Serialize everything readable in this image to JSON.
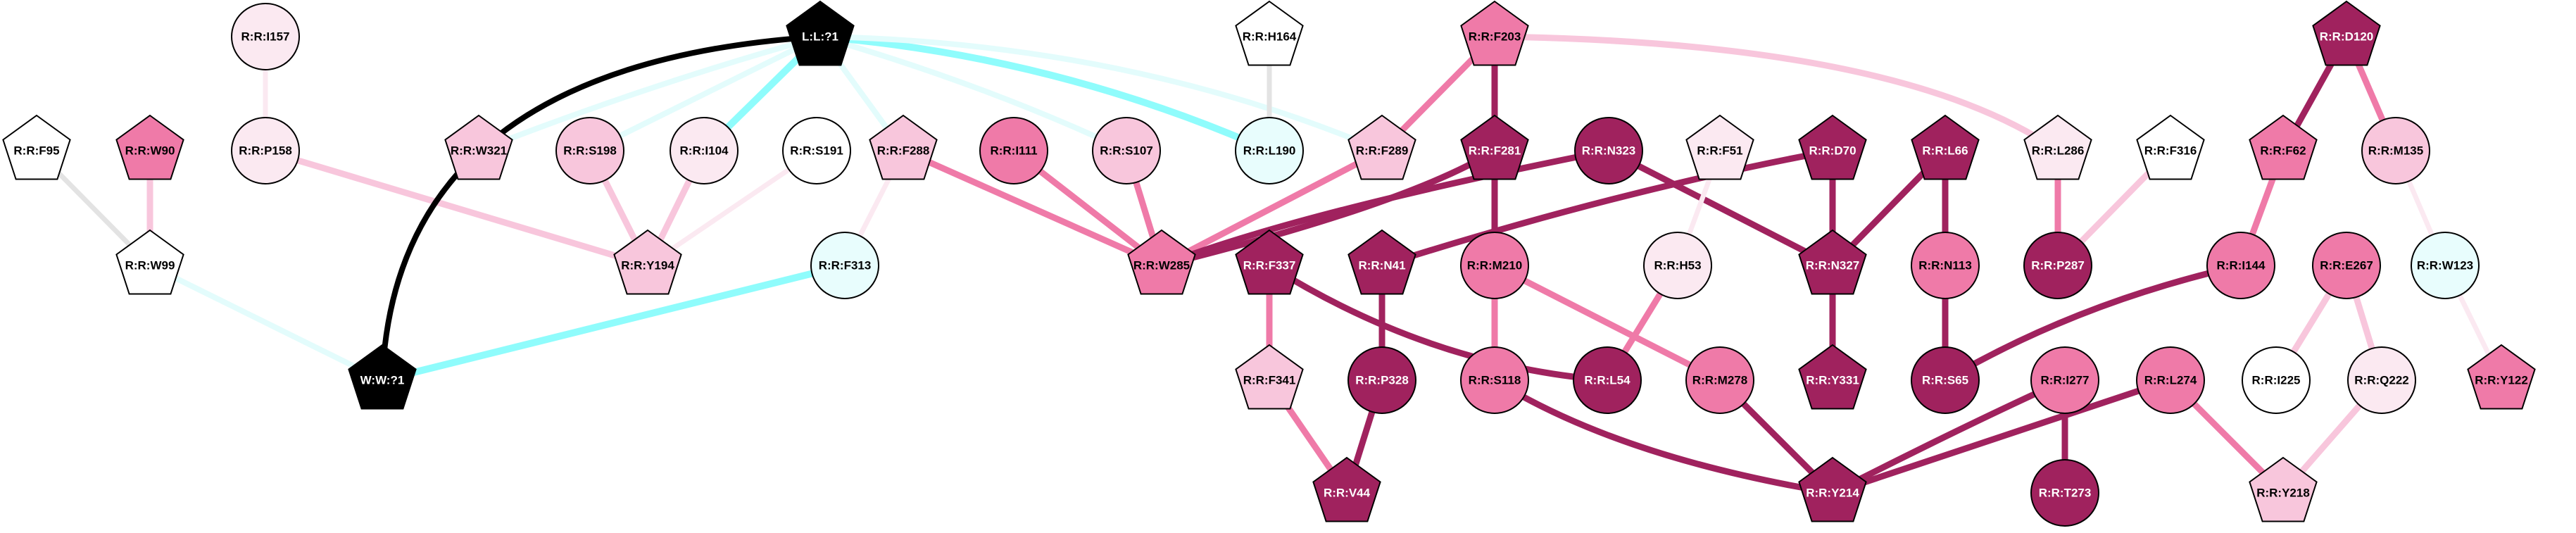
{
  "title": "Residue interaction network",
  "colors": {
    "white": "#ffffff",
    "very_light_pink": "#fbe9f1",
    "light_pink": "#f8c6dc",
    "mid_pink": "#ef7aa8",
    "dark_magenta": "#a0225e",
    "black": "#000000",
    "light_cyan": "#e8fdfd",
    "edge_cyan": "#8ffcfc",
    "edge_cyan_light": "#e3fcfc",
    "edge_gray": "#e3e3e3"
  },
  "nodes": [
    {
      "id": "R:R:F95",
      "shape": "pentagon",
      "fill": "white"
    },
    {
      "id": "R:R:W90",
      "shape": "pentagon",
      "fill": "mid_pink"
    },
    {
      "id": "R:R:I157",
      "shape": "ellipse",
      "fill": "very_light_pink"
    },
    {
      "id": "R:R:P158",
      "shape": "ellipse",
      "fill": "very_light_pink"
    },
    {
      "id": "R:R:W99",
      "shape": "pentagon",
      "fill": "white"
    },
    {
      "id": "L:L:?1",
      "shape": "pentagon",
      "fill": "black"
    },
    {
      "id": "W:W:?1",
      "shape": "pentagon",
      "fill": "black"
    },
    {
      "id": "R:R:W321",
      "shape": "pentagon",
      "fill": "light_pink"
    },
    {
      "id": "R:R:S198",
      "shape": "ellipse",
      "fill": "light_pink"
    },
    {
      "id": "R:R:I104",
      "shape": "ellipse",
      "fill": "very_light_pink"
    },
    {
      "id": "R:R:S191",
      "shape": "ellipse",
      "fill": "white"
    },
    {
      "id": "R:R:Y194",
      "shape": "pentagon",
      "fill": "light_pink"
    },
    {
      "id": "R:R:F313",
      "shape": "ellipse",
      "fill": "light_cyan"
    },
    {
      "id": "R:R:F288",
      "shape": "pentagon",
      "fill": "light_pink"
    },
    {
      "id": "R:R:I111",
      "shape": "ellipse",
      "fill": "mid_pink"
    },
    {
      "id": "R:R:S107",
      "shape": "ellipse",
      "fill": "light_pink"
    },
    {
      "id": "R:R:H164",
      "shape": "pentagon",
      "fill": "white"
    },
    {
      "id": "R:R:L190",
      "shape": "ellipse",
      "fill": "light_cyan"
    },
    {
      "id": "R:R:W285",
      "shape": "pentagon",
      "fill": "mid_pink"
    },
    {
      "id": "R:R:F289",
      "shape": "pentagon",
      "fill": "light_pink"
    },
    {
      "id": "R:R:F203",
      "shape": "pentagon",
      "fill": "mid_pink"
    },
    {
      "id": "R:R:F281",
      "shape": "pentagon",
      "fill": "dark_magenta"
    },
    {
      "id": "R:R:N323",
      "shape": "ellipse",
      "fill": "dark_magenta"
    },
    {
      "id": "R:R:F51",
      "shape": "pentagon",
      "fill": "very_light_pink"
    },
    {
      "id": "R:R:D70",
      "shape": "pentagon",
      "fill": "dark_magenta"
    },
    {
      "id": "R:R:L66",
      "shape": "pentagon",
      "fill": "dark_magenta"
    },
    {
      "id": "R:R:L286",
      "shape": "pentagon",
      "fill": "very_light_pink"
    },
    {
      "id": "R:R:F316",
      "shape": "pentagon",
      "fill": "white"
    },
    {
      "id": "R:R:D120",
      "shape": "pentagon",
      "fill": "dark_magenta"
    },
    {
      "id": "R:R:F62",
      "shape": "pentagon",
      "fill": "mid_pink"
    },
    {
      "id": "R:R:M135",
      "shape": "ellipse",
      "fill": "light_pink"
    },
    {
      "id": "R:R:F337",
      "shape": "pentagon",
      "fill": "dark_magenta"
    },
    {
      "id": "R:R:N41",
      "shape": "pentagon",
      "fill": "dark_magenta"
    },
    {
      "id": "R:R:M210",
      "shape": "ellipse",
      "fill": "mid_pink"
    },
    {
      "id": "R:R:H53",
      "shape": "ellipse",
      "fill": "very_light_pink"
    },
    {
      "id": "R:R:N327",
      "shape": "pentagon",
      "fill": "dark_magenta"
    },
    {
      "id": "R:R:N113",
      "shape": "ellipse",
      "fill": "mid_pink"
    },
    {
      "id": "R:R:P287",
      "shape": "ellipse",
      "fill": "dark_magenta"
    },
    {
      "id": "R:R:I144",
      "shape": "ellipse",
      "fill": "mid_pink"
    },
    {
      "id": "R:R:E267",
      "shape": "ellipse",
      "fill": "mid_pink"
    },
    {
      "id": "R:R:W123",
      "shape": "ellipse",
      "fill": "light_cyan"
    },
    {
      "id": "R:R:F341",
      "shape": "pentagon",
      "fill": "light_pink"
    },
    {
      "id": "R:R:P328",
      "shape": "ellipse",
      "fill": "dark_magenta"
    },
    {
      "id": "R:R:S118",
      "shape": "ellipse",
      "fill": "mid_pink"
    },
    {
      "id": "R:R:L54",
      "shape": "ellipse",
      "fill": "dark_magenta"
    },
    {
      "id": "R:R:M278",
      "shape": "ellipse",
      "fill": "mid_pink"
    },
    {
      "id": "R:R:Y331",
      "shape": "pentagon",
      "fill": "dark_magenta"
    },
    {
      "id": "R:R:S65",
      "shape": "ellipse",
      "fill": "dark_magenta"
    },
    {
      "id": "R:R:I277",
      "shape": "ellipse",
      "fill": "mid_pink"
    },
    {
      "id": "R:R:L274",
      "shape": "ellipse",
      "fill": "mid_pink"
    },
    {
      "id": "R:R:I225",
      "shape": "ellipse",
      "fill": "white"
    },
    {
      "id": "R:R:Q222",
      "shape": "ellipse",
      "fill": "very_light_pink"
    },
    {
      "id": "R:R:Y122",
      "shape": "pentagon",
      "fill": "mid_pink"
    },
    {
      "id": "R:R:V44",
      "shape": "pentagon",
      "fill": "dark_magenta"
    },
    {
      "id": "R:R:Y214",
      "shape": "pentagon",
      "fill": "dark_magenta"
    },
    {
      "id": "R:R:T273",
      "shape": "ellipse",
      "fill": "dark_magenta"
    },
    {
      "id": "R:R:Y218",
      "shape": "pentagon",
      "fill": "light_pink"
    }
  ],
  "edges": [
    {
      "source": "R:R:F95",
      "target": "R:R:W99",
      "color": "edge_gray"
    },
    {
      "source": "R:R:W90",
      "target": "R:R:W99",
      "color": "light_pink"
    },
    {
      "source": "R:R:I157",
      "target": "R:R:P158",
      "color": "very_light_pink"
    },
    {
      "source": "R:R:P158",
      "target": "R:R:Y194",
      "color": "light_pink"
    },
    {
      "source": "R:R:W99",
      "target": "W:W:?1",
      "color": "edge_cyan_light"
    },
    {
      "source": "L:L:?1",
      "target": "W:W:?1",
      "color": "black"
    },
    {
      "source": "L:L:?1",
      "target": "R:R:W321",
      "color": "edge_cyan_light"
    },
    {
      "source": "L:L:?1",
      "target": "R:R:S198",
      "color": "edge_cyan_light"
    },
    {
      "source": "L:L:?1",
      "target": "R:R:I104",
      "color": "edge_cyan"
    },
    {
      "source": "L:L:?1",
      "target": "R:R:F288",
      "color": "edge_cyan_light"
    },
    {
      "source": "L:L:?1",
      "target": "R:R:S107",
      "color": "edge_cyan_light"
    },
    {
      "source": "L:L:?1",
      "target": "R:R:L190",
      "color": "edge_cyan"
    },
    {
      "source": "L:L:?1",
      "target": "R:R:F289",
      "color": "edge_cyan_light"
    },
    {
      "source": "R:R:S198",
      "target": "R:R:Y194",
      "color": "light_pink"
    },
    {
      "source": "R:R:I104",
      "target": "R:R:Y194",
      "color": "light_pink"
    },
    {
      "source": "R:R:S191",
      "target": "R:R:Y194",
      "color": "very_light_pink"
    },
    {
      "source": "R:R:F288",
      "target": "R:R:F313",
      "color": "very_light_pink"
    },
    {
      "source": "R:R:F313",
      "target": "W:W:?1",
      "color": "edge_cyan"
    },
    {
      "source": "R:R:F288",
      "target": "R:R:W285",
      "color": "mid_pink"
    },
    {
      "source": "R:R:I111",
      "target": "R:R:W285",
      "color": "mid_pink"
    },
    {
      "source": "R:R:S107",
      "target": "R:R:W285",
      "color": "mid_pink"
    },
    {
      "source": "R:R:H164",
      "target": "R:R:L190",
      "color": "edge_gray"
    },
    {
      "source": "R:R:F289",
      "target": "R:R:W285",
      "color": "mid_pink"
    },
    {
      "source": "R:R:F281",
      "target": "R:R:W285",
      "color": "dark_magenta"
    },
    {
      "source": "R:R:N323",
      "target": "R:R:W285",
      "color": "dark_magenta"
    },
    {
      "source": "R:R:F203",
      "target": "R:R:F289",
      "color": "mid_pink"
    },
    {
      "source": "R:R:F203",
      "target": "R:R:F281",
      "color": "dark_magenta"
    },
    {
      "source": "R:R:F203",
      "target": "R:R:L286",
      "color": "light_pink"
    },
    {
      "source": "R:R:F281",
      "target": "R:R:M210",
      "color": "dark_magenta"
    },
    {
      "source": "R:R:N323",
      "target": "R:R:N327",
      "color": "dark_magenta"
    },
    {
      "source": "R:R:D70",
      "target": "R:R:N41",
      "color": "dark_magenta"
    },
    {
      "source": "R:R:D70",
      "target": "R:R:N327",
      "color": "dark_magenta"
    },
    {
      "source": "R:R:L66",
      "target": "R:R:N327",
      "color": "dark_magenta"
    },
    {
      "source": "R:R:L66",
      "target": "R:R:N113",
      "color": "dark_magenta"
    },
    {
      "source": "R:R:F51",
      "target": "R:R:H53",
      "color": "very_light_pink"
    },
    {
      "source": "R:R:L286",
      "target": "R:R:P287",
      "color": "mid_pink"
    },
    {
      "source": "R:R:F316",
      "target": "R:R:P287",
      "color": "light_pink"
    },
    {
      "source": "R:R:D120",
      "target": "R:R:F62",
      "color": "dark_magenta"
    },
    {
      "source": "R:R:D120",
      "target": "R:R:M135",
      "color": "mid_pink"
    },
    {
      "source": "R:R:F62",
      "target": "R:R:I144",
      "color": "mid_pink"
    },
    {
      "source": "R:R:M135",
      "target": "R:R:W123",
      "color": "very_light_pink"
    },
    {
      "source": "R:R:F337",
      "target": "R:R:F341",
      "color": "mid_pink"
    },
    {
      "source": "R:R:F337",
      "target": "R:R:L54",
      "color": "dark_magenta"
    },
    {
      "source": "R:R:N41",
      "target": "R:R:P328",
      "color": "dark_magenta"
    },
    {
      "source": "R:R:M210",
      "target": "R:R:S118",
      "color": "mid_pink"
    },
    {
      "source": "R:R:M210",
      "target": "R:R:M278",
      "color": "mid_pink"
    },
    {
      "source": "R:R:H53",
      "target": "R:R:L54",
      "color": "mid_pink"
    },
    {
      "source": "R:R:N327",
      "target": "R:R:Y331",
      "color": "dark_magenta"
    },
    {
      "source": "R:R:N113",
      "target": "R:R:S65",
      "color": "dark_magenta"
    },
    {
      "source": "R:R:I144",
      "target": "R:R:S65",
      "color": "dark_magenta"
    },
    {
      "source": "R:R:E267",
      "target": "R:R:I225",
      "color": "light_pink"
    },
    {
      "source": "R:R:E267",
      "target": "R:R:Q222",
      "color": "light_pink"
    },
    {
      "source": "R:R:W123",
      "target": "R:R:Y122",
      "color": "very_light_pink"
    },
    {
      "source": "R:R:F341",
      "target": "R:R:V44",
      "color": "mid_pink"
    },
    {
      "source": "R:R:P328",
      "target": "R:R:V44",
      "color": "dark_magenta"
    },
    {
      "source": "R:R:S118",
      "target": "R:R:Y214",
      "color": "dark_magenta"
    },
    {
      "source": "R:R:M278",
      "target": "R:R:Y214",
      "color": "dark_magenta"
    },
    {
      "source": "R:R:I277",
      "target": "R:R:Y214",
      "color": "dark_magenta"
    },
    {
      "source": "R:R:L274",
      "target": "R:R:Y214",
      "color": "dark_magenta"
    },
    {
      "source": "R:R:I277",
      "target": "R:R:T273",
      "color": "dark_magenta"
    },
    {
      "source": "R:R:L274",
      "target": "R:R:Y218",
      "color": "mid_pink"
    },
    {
      "source": "R:R:Q222",
      "target": "R:R:Y218",
      "color": "light_pink"
    }
  ]
}
